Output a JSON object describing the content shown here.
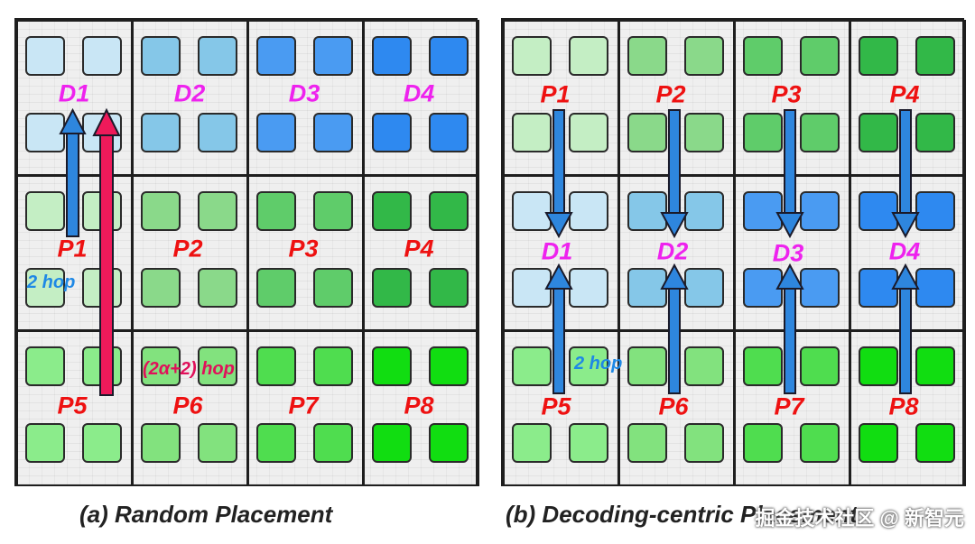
{
  "panel_a": {
    "caption": "(a) Random Placement",
    "d_labels": [
      "D1",
      "D2",
      "D3",
      "D4"
    ],
    "p_labels": [
      "P1",
      "P2",
      "P3",
      "P4",
      "P5",
      "P6",
      "P7",
      "P8"
    ],
    "hop_labels": [
      "2 hop",
      "(2α+2) hop"
    ]
  },
  "panel_b": {
    "caption": "(b) Decoding-centric Placement",
    "d_labels": [
      "D1",
      "D2",
      "D3",
      "D4"
    ],
    "p_labels": [
      "P1",
      "P2",
      "P3",
      "P4",
      "P5",
      "P6",
      "P7",
      "P8"
    ],
    "hop_labels": [
      "2 hop"
    ]
  },
  "watermark": "掘金技术社区 @ 新智元",
  "colors": {
    "decode_tiles": [
      "#c9e6f5",
      "#85c7e8",
      "#4a9bf2",
      "#2e89f0"
    ],
    "prefill_top": [
      "#c4eec4",
      "#8ad98a",
      "#5fcc6a",
      "#32b848"
    ],
    "prefill_bottom": [
      "#8bec8b",
      "#82e27e",
      "#4fdd4f",
      "#11dd11"
    ],
    "arrow_blue": "#2e86de",
    "arrow_red": "#ee1a5a",
    "hop_blue": "#1e88e5",
    "hop_red": "#e0105a",
    "label_d": "#ee22ee",
    "label_p": "#ee1111"
  }
}
